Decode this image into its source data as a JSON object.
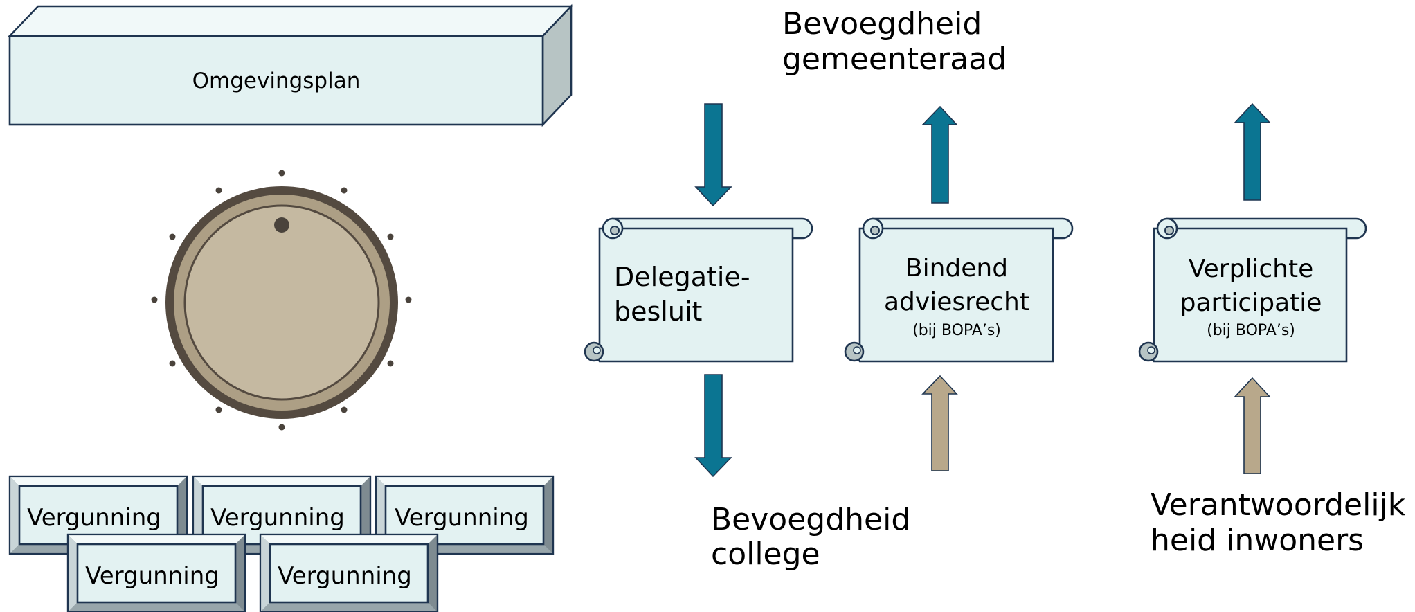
{
  "omgevingsplan": {
    "label": "Omgevingsplan"
  },
  "vergunningen": [
    {
      "label": "Vergunning"
    },
    {
      "label": "Vergunning"
    },
    {
      "label": "Vergunning"
    },
    {
      "label": "Vergunning"
    },
    {
      "label": "Vergunning"
    }
  ],
  "headings": {
    "gemeenteraad": {
      "line1": "Bevoegdheid",
      "line2": "gemeenteraad"
    },
    "college": {
      "line1": "Bevoegdheid",
      "line2": "college"
    },
    "inwoners": {
      "line1": "Verantwoordelijk",
      "line2": "heid inwoners"
    }
  },
  "scrolls": [
    {
      "line1": "Delegatie-",
      "line2": "besluit"
    },
    {
      "line1": "Bindend",
      "line2": "adviesrecht",
      "note": "(bij BOPA’s)"
    },
    {
      "line1": "Verplichte",
      "line2": "participatie",
      "note": "(bij BOPA’s)"
    }
  ],
  "colors": {
    "arrow_blue": "#0b7592",
    "arrow_tan": "#b8a88b",
    "box_fill": "#e3f2f2",
    "outline": "#1f3550",
    "knob_ring": "#544a40",
    "knob_face": "#c5b9a1"
  },
  "icons": {
    "dial": "dial-knob-icon"
  }
}
